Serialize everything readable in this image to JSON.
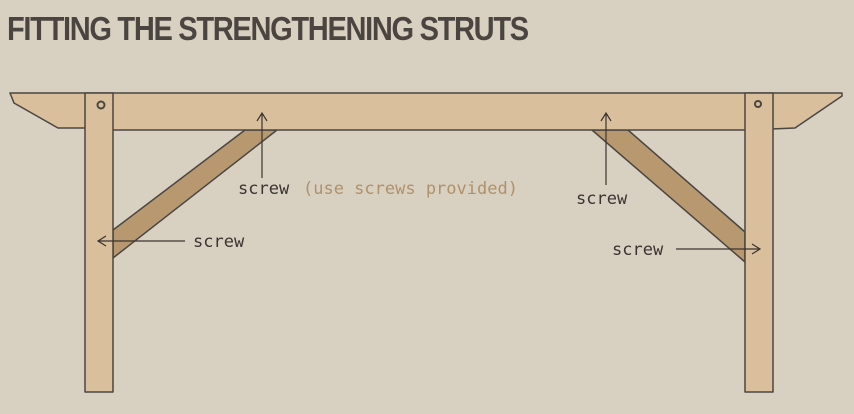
{
  "title": "FITTING THE STRENGTHENING STRUTS",
  "labels": {
    "left_top_screw": "screw",
    "left_top_note": "(use screws provided)",
    "left_side_screw": "screw",
    "right_top_screw": "screw",
    "right_side_screw": "screw"
  },
  "colors": {
    "background": "#d8d1c1",
    "wood": "#d9bf9c",
    "strut": "#b8996f",
    "outline": "#4a4642",
    "note": "#b0916a"
  }
}
